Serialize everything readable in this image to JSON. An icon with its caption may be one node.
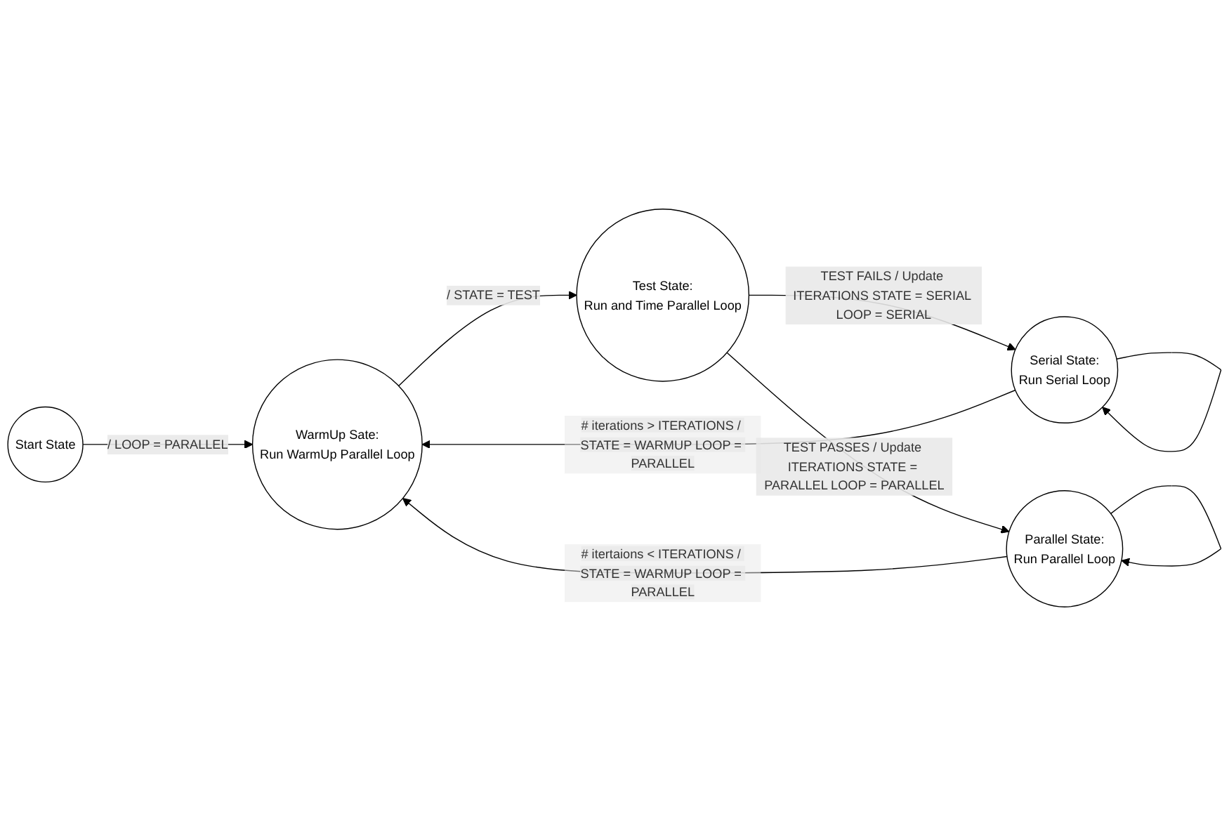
{
  "diagram": {
    "nodes": [
      {
        "text": [
          "Start State"
        ]
      },
      {
        "text": [
          "WarmUp Sate:",
          "Run WarmUp Parallel Loop"
        ]
      },
      {
        "text": [
          "Test State:",
          "Run and Time Parallel Loop"
        ]
      },
      {
        "text": [
          "Serial State:",
          "Run Serial Loop"
        ]
      },
      {
        "text": [
          "Parallel State:",
          "Run Parallel Loop"
        ]
      }
    ],
    "edges": [
      {
        "from": 0,
        "to": 1,
        "arrow": "to",
        "label": "/ LOOP = PARALLEL"
      },
      {
        "from": 1,
        "to": 2,
        "arrow": "to",
        "label": "/ STATE = TEST"
      },
      {
        "from": 2,
        "to": 3,
        "arrow": "to",
        "label": "TEST FAILS / Update ITERATIONS STATE = SERIAL LOOP = SERIAL"
      },
      {
        "from": 2,
        "to": 4,
        "arrow": "to",
        "label": "TEST PASSES / Update ITERATIONS STATE = PARALLEL LOOP = PARALLEL"
      },
      {
        "from": 3,
        "to": 1,
        "arrow": "to",
        "label": "# iterations > ITERATIONS / STATE = WARMUP LOOP = PARALLEL"
      },
      {
        "from": 3,
        "to": 3,
        "arrow": "to"
      },
      {
        "from": 4,
        "to": 4,
        "arrow": "to"
      },
      {
        "from": 4,
        "to": 1,
        "arrow": "to",
        "label": "# itertaions < ITERATIONS / STATE = WARMUP LOOP = PARALLEL"
      }
    ]
  }
}
